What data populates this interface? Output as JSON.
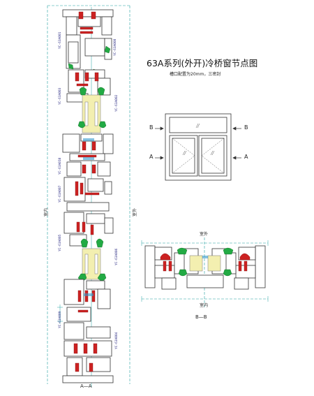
{
  "title": "63A系列(外开)冷桥窗节点图",
  "subtitle": "槽口配置为20mm，三密封",
  "elevation": {
    "arrow_b_left": "B",
    "arrow_b_right": "B",
    "arrow_a_left": "A",
    "arrow_a_right": "A"
  },
  "section_aa": {
    "caption": "A—A",
    "side_outer": "室外",
    "side_inner": "室内",
    "profile_codes": [
      "YC-63A001",
      "YC-63A008",
      "YC-63A003",
      "YC-63A002",
      "YC-63A010",
      "YC-63A007",
      "YC-63A005",
      "YC-63A006",
      "YC-63A009",
      "YC-63A004"
    ]
  },
  "section_bb": {
    "caption": "B—B",
    "side_outer": "室外",
    "side_inner": "室内"
  },
  "colors": {
    "profile_line": "#333333",
    "thermal_break": "#cc2222",
    "gasket": "#22aa44",
    "glass": "#f3efb0",
    "dim_line": "#20a0a0",
    "glass_hatch": "#3399cc"
  }
}
